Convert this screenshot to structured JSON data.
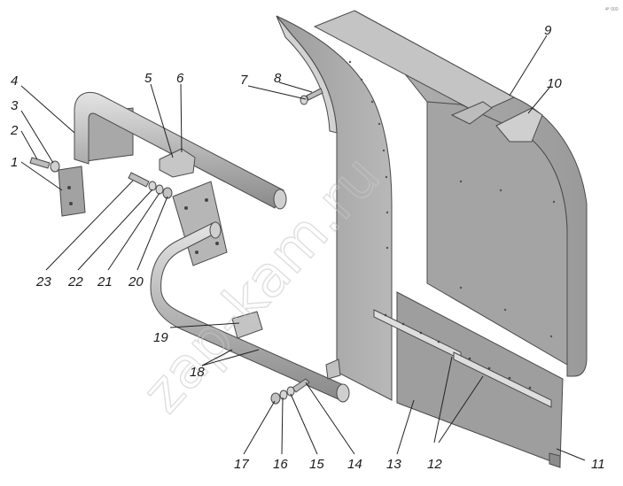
{
  "diagram": {
    "watermark": "zap-kam.ru",
    "corner_tag": "4ᴾ 000",
    "callouts": [
      "1",
      "2",
      "3",
      "4",
      "5",
      "6",
      "7",
      "8",
      "9",
      "10",
      "11",
      "12",
      "13",
      "14",
      "15",
      "16",
      "17",
      "18",
      "19",
      "20",
      "21",
      "22",
      "23"
    ],
    "colors": {
      "panel": "#a9a9a9",
      "panel_dark": "#8e8e8e",
      "panel_light": "#c8c8c8",
      "tube": "#bdbdbd",
      "line": "#222222",
      "watermark": "#c8c8c8"
    }
  }
}
